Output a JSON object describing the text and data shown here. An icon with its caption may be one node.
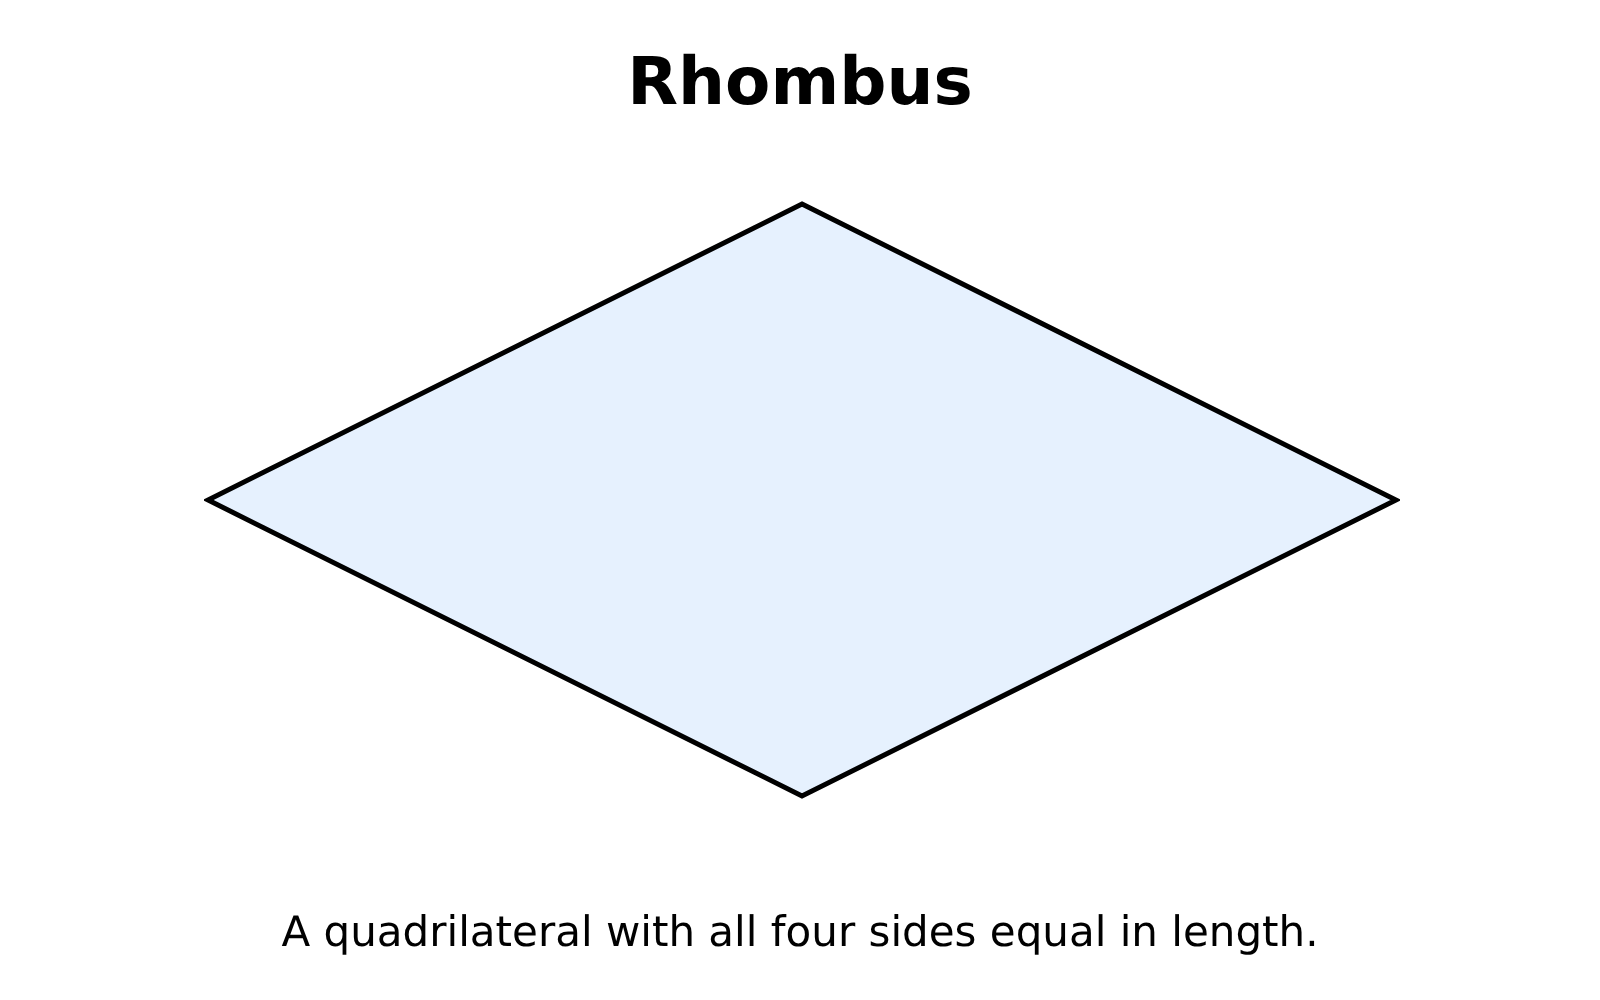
{
  "diagram": {
    "title": "Rhombus",
    "caption": "A quadrilateral with all four sides equal in length.",
    "nodes": [
      {
        "text": [],
        "shape": "diamond"
      }
    ]
  }
}
